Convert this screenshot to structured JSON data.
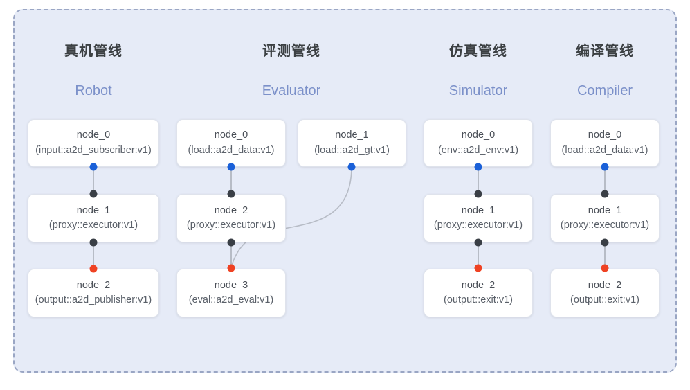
{
  "diagram": {
    "panel_background": "#e6ebf7",
    "panel_border": "#9aa6c4",
    "columns": [
      {
        "title_cn": "真机管线",
        "title_en": "Robot",
        "nodes": [
          {
            "id": "node_0",
            "kind": "(input::a2d_subscriber:v1)"
          },
          {
            "id": "node_1",
            "kind": "(proxy::executor:v1)"
          },
          {
            "id": "node_2",
            "kind": "(output::a2d_publisher:v1)"
          }
        ]
      },
      {
        "title_cn": "评测管线",
        "title_en": "Evaluator",
        "nodes": [
          {
            "id": "node_0",
            "kind": "(load::a2d_data:v1)"
          },
          {
            "id": "node_1",
            "kind": "(load::a2d_gt:v1)"
          },
          {
            "id": "node_2",
            "kind": "(proxy::executor:v1)"
          },
          {
            "id": "node_3",
            "kind": "(eval::a2d_eval:v1)"
          }
        ]
      },
      {
        "title_cn": "仿真管线",
        "title_en": "Simulator",
        "nodes": [
          {
            "id": "node_0",
            "kind": "(env::a2d_env:v1)"
          },
          {
            "id": "node_1",
            "kind": "(proxy::executor:v1)"
          },
          {
            "id": "node_2",
            "kind": "(output::exit:v1)"
          }
        ]
      },
      {
        "title_cn": "编译管线",
        "title_en": "Compiler",
        "nodes": [
          {
            "id": "node_0",
            "kind": "(load::a2d_data:v1)"
          },
          {
            "id": "node_1",
            "kind": "(proxy::executor:v1)"
          },
          {
            "id": "node_2",
            "kind": "(output::exit:v1)"
          }
        ]
      }
    ],
    "port_colors": {
      "source": "#1a60d8",
      "relay": "#3a3f46",
      "sink": "#ef4223"
    },
    "edge_color": "#b7bcc6"
  }
}
